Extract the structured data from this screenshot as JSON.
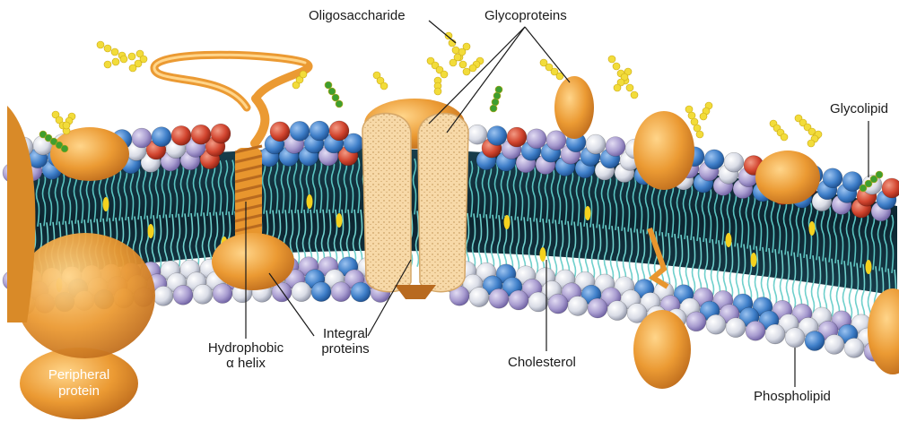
{
  "labels": {
    "oligosaccharide": "Oligosaccharide",
    "glycoproteins": "Glycoproteins",
    "glycolipid": "Glycolipid",
    "hydrophobic_line1": "Hydrophobic",
    "hydrophobic_line2": "α helix",
    "integral_line1": "Integral",
    "integral_line2": "proteins",
    "cholesterol": "Cholesterol",
    "phospholipid": "Phospholipid",
    "peripheral_line1": "Peripheral",
    "peripheral_line2": "protein"
  },
  "colors": {
    "protein_orange": "#e8962e",
    "protein_light": "#f4b54f",
    "channel_tan": "#f7d9a8",
    "head_blue": "#3f7fc9",
    "head_red": "#d2452f",
    "head_lavender": "#a79bcf",
    "head_white": "#e4e6ee",
    "tail_teal": "#5ac3c0",
    "core_dark": "#0f2c3a",
    "sugar_yellow": "#f2dc3a",
    "sugar_green": "#3f9e2f",
    "cholesterol_yellow": "#f5d21e"
  }
}
